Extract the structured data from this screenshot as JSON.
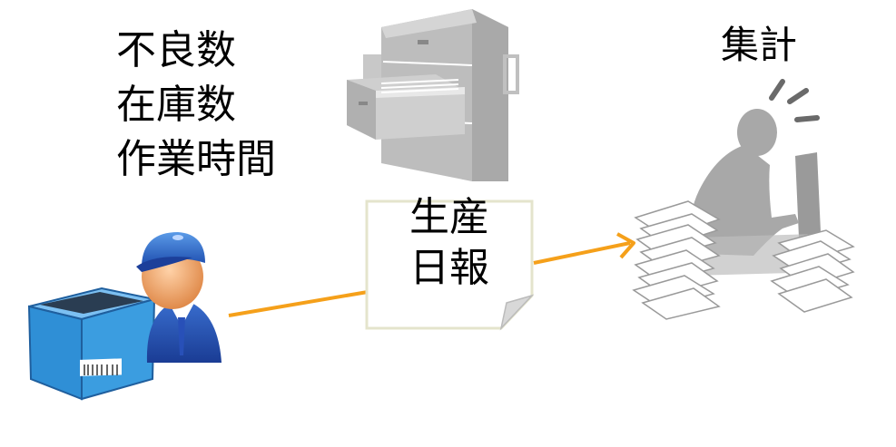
{
  "data_items": [
    "不良数",
    "在庫数",
    "作業時間"
  ],
  "report": {
    "line1": "生産",
    "line2": "日報"
  },
  "aggregate_label": "集計",
  "colors": {
    "arrow": "#f5a01a",
    "box_blue": "#2f8fd6",
    "cabinet_gray": "#b5b5b5",
    "person_gray": "#a8a8a8"
  },
  "icons": [
    "worker-icon",
    "parts-box-icon",
    "filing-cabinet-icon",
    "overwhelmed-person-icon",
    "paper-stack-icon"
  ]
}
